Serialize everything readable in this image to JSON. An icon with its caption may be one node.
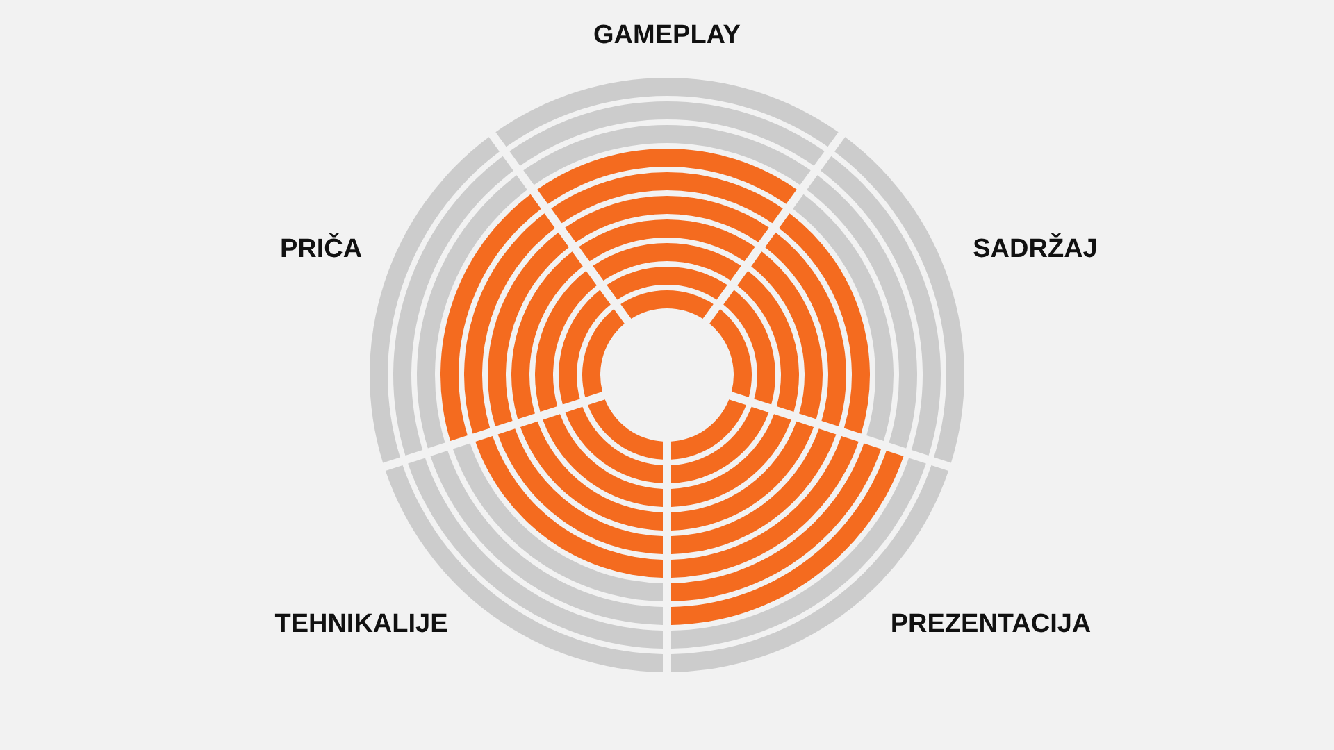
{
  "diagram": {
    "labels": [
      "GAMEPLAY",
      "PRIČA",
      "SADRŽAJ",
      "TEHNIKALIJE",
      "PREZENTACIJA"
    ]
  }
}
